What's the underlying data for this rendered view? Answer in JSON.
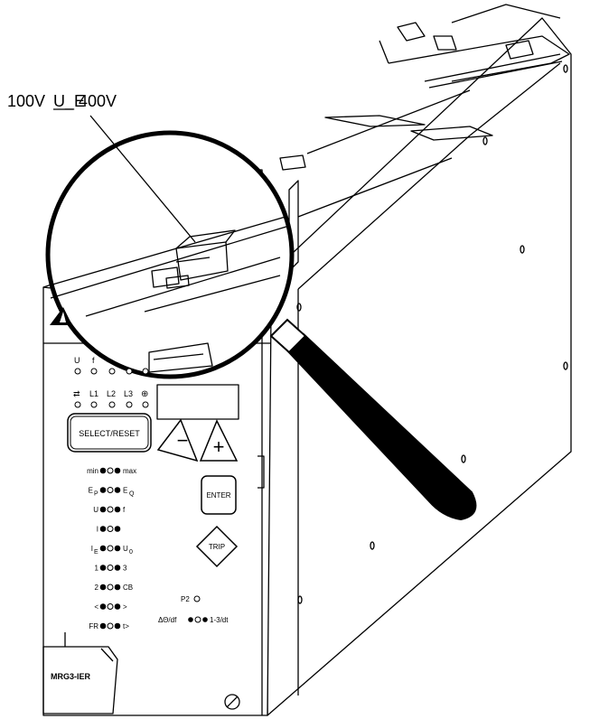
{
  "callout": {
    "label_prefix": "100V ",
    "label_middle": "U_E",
    "label_suffix": " 400V"
  },
  "panel": {
    "model_label": "MRG3-IER",
    "buttons": {
      "select_reset": "SELECT/RESET",
      "minus": "−",
      "plus": "+",
      "enter": "ENTER",
      "trip": "TRIP"
    },
    "top_leds": {
      "row1": [
        "U",
        "f"
      ],
      "row2": [
        "⇄",
        "L1",
        "L2",
        "L3",
        "⊕"
      ]
    },
    "indicators": [
      {
        "left": "min",
        "right": "max"
      },
      {
        "left": "E",
        "left_sub": "P",
        "right": "E",
        "right_sub": "Q"
      },
      {
        "left": "U",
        "right": "f"
      },
      {
        "left": "I",
        "right": ""
      },
      {
        "left": "I",
        "left_sub": "E",
        "right": "U",
        "right_sub": "0"
      },
      {
        "left": "1",
        "right": "3"
      },
      {
        "left": "2",
        "right": "CB"
      },
      {
        "left": "<",
        "right": ">"
      },
      {
        "left": "FR",
        "right": "t>"
      }
    ],
    "p2_label": "P2",
    "dtheta_label": "ΔΘ/df",
    "dt_label": "1-3/dt"
  },
  "colors": {
    "ink": "#000000",
    "paper": "#ffffff",
    "handle": "#000000"
  }
}
